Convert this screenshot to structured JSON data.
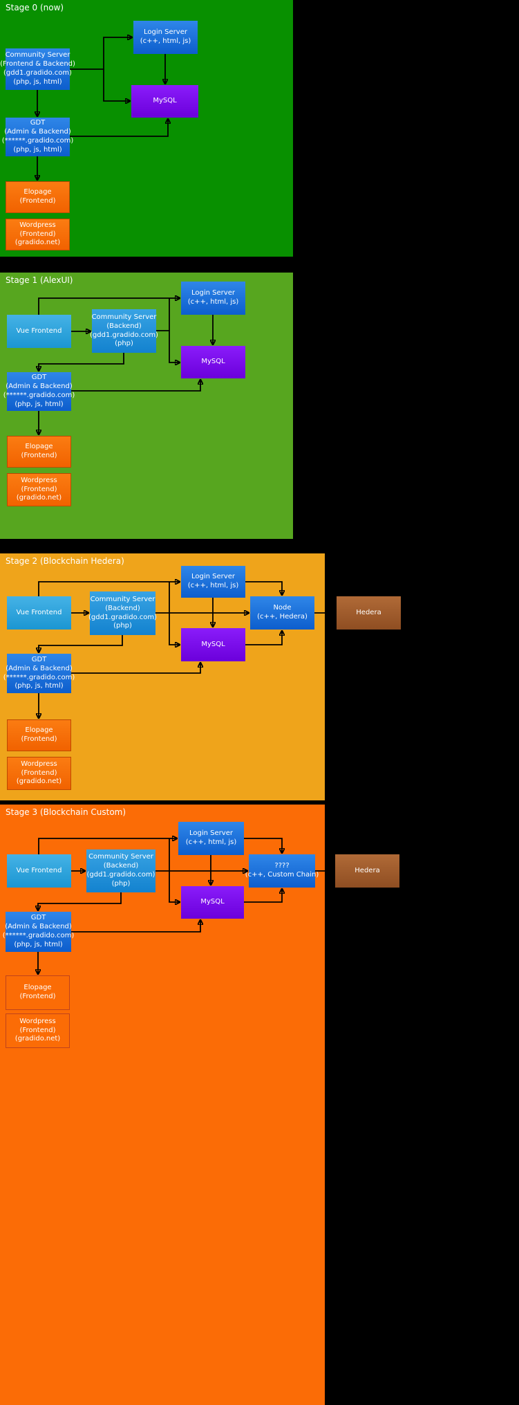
{
  "stages": {
    "s0": {
      "title": "Stage 0 (now)",
      "nodes": {
        "community": "Community Server\n(Frontend & Backend)\n(gdd1.gradido.com)\n(php, js, html)",
        "login": "Login Server\n(c++, html, js)",
        "mysql": "MySQL",
        "gdt": "GDT\n(Admin & Backend)\n(******.gradido.com)\n(php, js, html)",
        "elopage": "Elopage\n(Frontend)",
        "wordpress": "Wordpress\n(Frontend)\n(gradido.net)"
      }
    },
    "s1": {
      "title": "Stage 1 (AlexUI)",
      "nodes": {
        "vue": "Vue Frontend",
        "community": "Community Server\n(Backend)\n(gdd1.gradido.com)\n(php)",
        "login": "Login Server\n(c++, html, js)",
        "mysql": "MySQL",
        "gdt": "GDT\n(Admin & Backend)\n(******.gradido.com)\n(php, js, html)",
        "elopage": "Elopage\n(Frontend)",
        "wordpress": "Wordpress\n(Frontend)\n(gradido.net)"
      }
    },
    "s2": {
      "title": "Stage 2 (Blockchain Hedera)",
      "nodes": {
        "vue": "Vue Frontend",
        "community": "Community Server\n(Backend)\n(gdd1.gradido.com)\n(php)",
        "login": "Login Server\n(c++, html, js)",
        "node": "Node\n(c++, Hedera)",
        "mysql": "MySQL",
        "gdt": "GDT\n(Admin & Backend)\n(******.gradido.com)\n(php, js, html)",
        "elopage": "Elopage\n(Frontend)",
        "wordpress": "Wordpress\n(Frontend)\n(gradido.net)",
        "hedera": "Hedera"
      }
    },
    "s3": {
      "title": "Stage 3 (Blockchain Custom)",
      "nodes": {
        "vue": "Vue Frontend",
        "community": "Community Server\n(Backend)\n(gdd1.gradido.com)\n(php)",
        "login": "Login Server\n(c++, html, js)",
        "custom": "????\n(c++, Custom Chain)",
        "mysql": "MySQL",
        "gdt": "GDT\n(Admin & Backend)\n(******.gradido.com)\n(php, js, html)",
        "elopage": "Elopage\n(Frontend)",
        "wordpress": "Wordpress\n(Frontend)\n(gradido.net)",
        "hedera": "Hedera"
      }
    }
  },
  "colors": {
    "background": "#000000",
    "stage0_bg": "#089000",
    "stage1_bg": "#57a61f",
    "stage2_bg": "#efa41b",
    "stage3_bg": "#fb6c06",
    "blue_node": "#1670dd",
    "vue_node": "#2ea6e0",
    "community_node": "#2495dc",
    "mysql_node": "#7a0cf0",
    "orange_node": "#f96f04",
    "hedera_node": "#a35c2b",
    "arrow": "#000000",
    "text": "#ffffff"
  }
}
